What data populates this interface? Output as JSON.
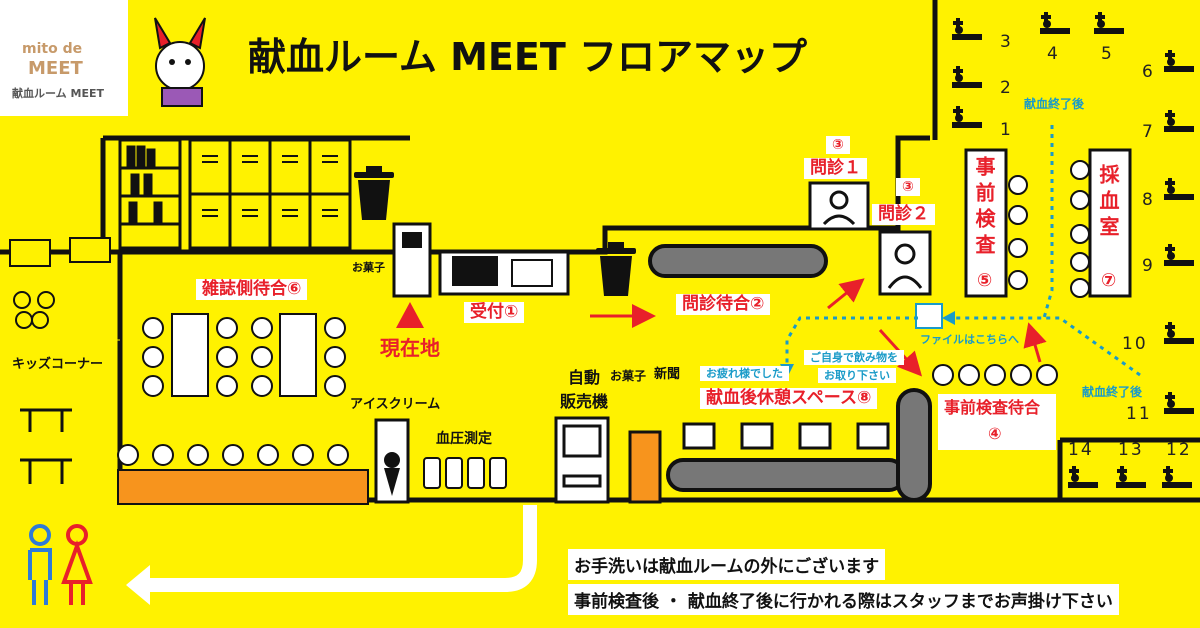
{
  "logo": {
    "line1": "mito de",
    "line2": "MEET",
    "line3": "献血ルーム MEET"
  },
  "title": "献血ルーム MEET フロアマップ",
  "areas": {
    "magazine_wait": "雑誌側待合⑥",
    "current_location": "現在地",
    "snacks_top": "お菓子",
    "reception": "受付①",
    "interview_wait": "問診待合②",
    "interview1_num": "③",
    "interview1": "問診１",
    "interview2_num": "③",
    "interview2": "問診２",
    "pre_exam": "事前検査",
    "pre_exam_num": "⑤",
    "blood_room": "採血室",
    "blood_room_num": "⑦",
    "pre_exam_wait": "事前検査待合",
    "pre_exam_wait_num": "④",
    "rest_space": "献血後休憩スペース⑧",
    "kids_corner": "キッズコーナー",
    "ice_cream": "アイスクリーム",
    "blood_pressure": "血圧測定",
    "vending1": "自動",
    "vending2": "販売機",
    "snacks": "お菓子",
    "newspaper": "新聞",
    "thanks": "お疲れ様でした",
    "drinks1": "ご自身で飲み物を",
    "drinks2": "お取り下さい",
    "file_here": "ファイルはこちらへ",
    "after_donation_top": "献血終了後",
    "after_donation_bottom": "献血終了後"
  },
  "notes": {
    "line1": "お手洗いは献血ルームの外にございます",
    "line2": "事前検査後 ・ 献血終了後に行かれる際はスタッフまでお声掛け下さい"
  },
  "bed_numbers": [
    "3",
    "2",
    "1",
    "4",
    "5",
    "6",
    "7",
    "8",
    "9",
    "10",
    "11",
    "14",
    "13",
    "12"
  ],
  "colors": {
    "background": "#fff200",
    "accent_red": "#e8202a",
    "orange": "#f7941d",
    "teal": "#1a9bc8"
  },
  "icons": [
    "bookshelf-icon",
    "locker-icon",
    "trash-icon",
    "bed-icon",
    "monitor-icon",
    "doctor-icon",
    "toilet-icon",
    "ice-cream-icon",
    "vending-machine-icon",
    "table-chair-icon",
    "kids-icon"
  ]
}
